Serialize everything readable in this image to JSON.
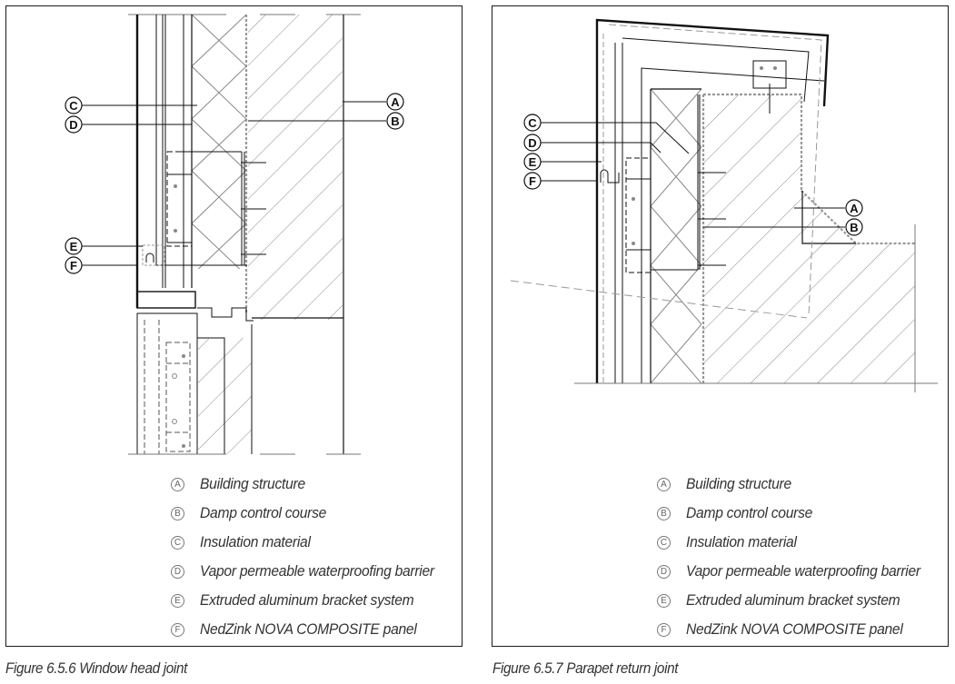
{
  "figures": [
    {
      "id": "window-head",
      "caption": "Figure 6.5.6 Window head joint",
      "callouts": [
        "A",
        "B",
        "C",
        "D",
        "E",
        "F"
      ],
      "legend": [
        {
          "key": "A",
          "label": "Building structure"
        },
        {
          "key": "B",
          "label": "Damp control course"
        },
        {
          "key": "C",
          "label": "Insulation material"
        },
        {
          "key": "D",
          "label": "Vapor permeable waterproofing barrier"
        },
        {
          "key": "E",
          "label": "Extruded aluminum bracket system"
        },
        {
          "key": "F",
          "label": "NedZink NOVA COMPOSITE panel"
        }
      ]
    },
    {
      "id": "parapet-return",
      "caption": "Figure 6.5.7 Parapet return joint",
      "callouts": [
        "A",
        "B",
        "C",
        "D",
        "E",
        "F"
      ],
      "legend": [
        {
          "key": "A",
          "label": "Building structure"
        },
        {
          "key": "B",
          "label": "Damp control course"
        },
        {
          "key": "C",
          "label": "Insulation material"
        },
        {
          "key": "D",
          "label": "Vapor permeable waterproofing barrier"
        },
        {
          "key": "E",
          "label": "Extruded aluminum bracket system"
        },
        {
          "key": "F",
          "label": "NedZink NOVA COMPOSITE panel"
        }
      ]
    }
  ],
  "colors": {
    "line": "#111111",
    "hatch": "#8a8a8a",
    "dash": "#9a9a9a",
    "text": "#333333"
  }
}
